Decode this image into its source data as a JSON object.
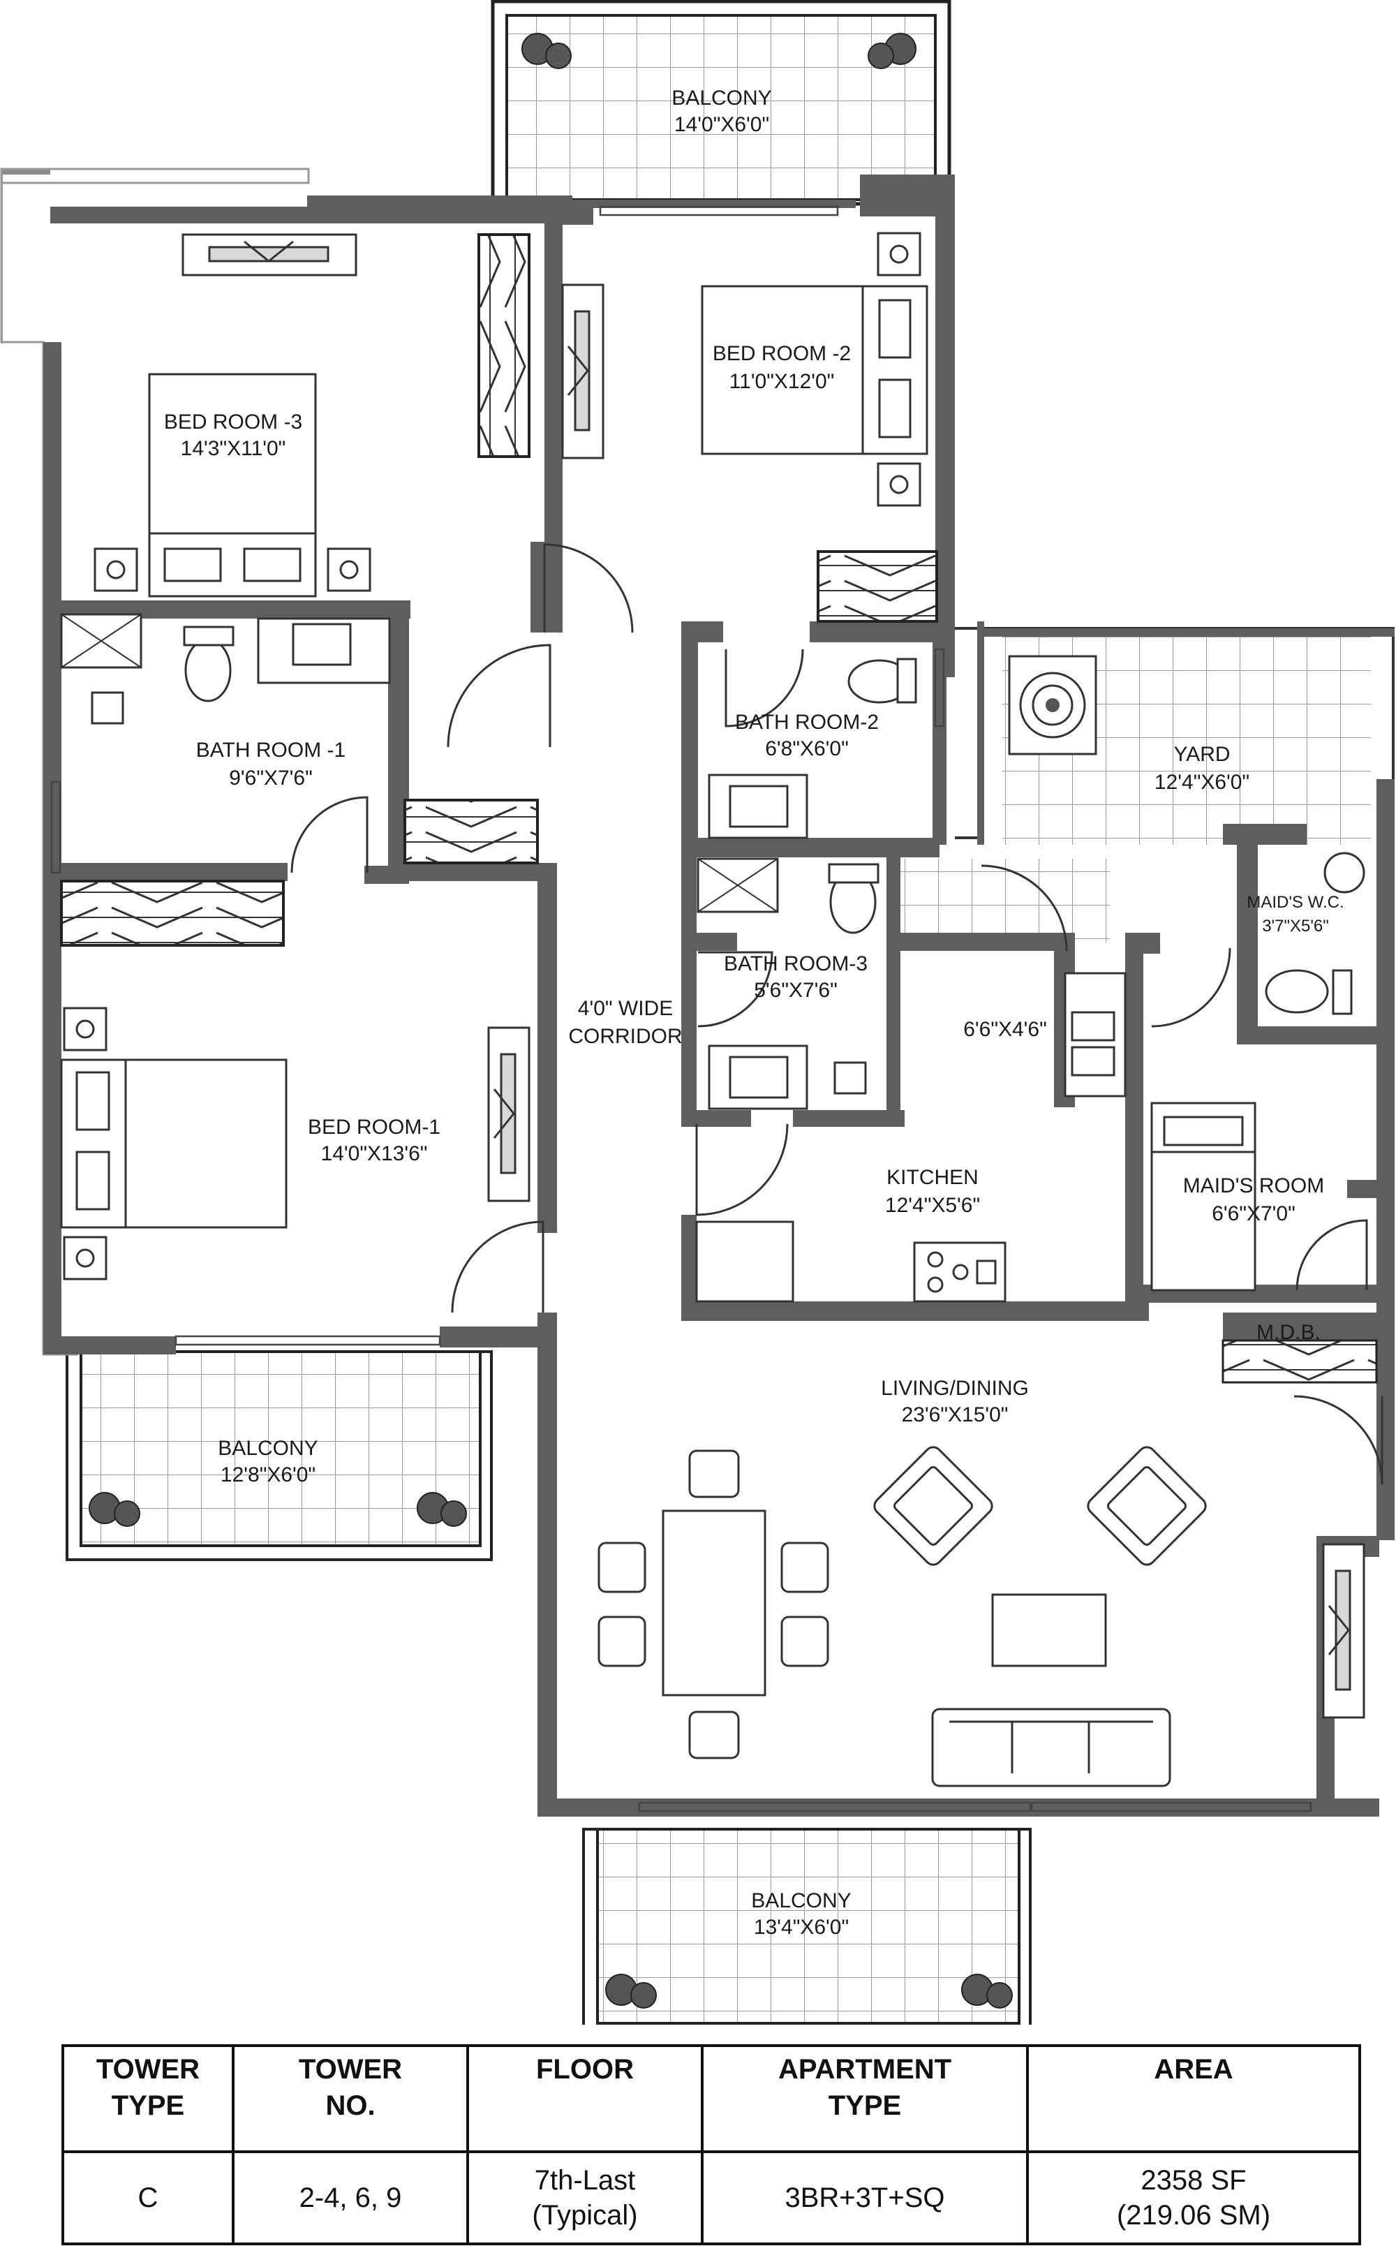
{
  "rooms": {
    "balcony_top": {
      "name": "BALCONY",
      "size": "14'0\"X6'0\""
    },
    "bedroom_2": {
      "name": "BED ROOM -2",
      "size": "11'0\"X12'0\""
    },
    "bedroom_3": {
      "name": "BED ROOM -3",
      "size": "14'3\"X11'0\""
    },
    "bath_1": {
      "name": "BATH ROOM -1",
      "size": "9'6\"X7'6\""
    },
    "bath_2": {
      "name": "BATH ROOM-2",
      "size": "6'8\"X6'0\""
    },
    "bath_3": {
      "name": "BATH ROOM-3",
      "size": "5'6\"X7'6\""
    },
    "yard": {
      "name": "YARD",
      "size": "12'4\"X6'0\""
    },
    "maids_wc": {
      "name": "MAID'S W.C.",
      "size": "3'7\"X5'6\""
    },
    "store": {
      "size": "6'6\"X4'6\""
    },
    "corridor": {
      "line1": "4'0\" WIDE",
      "line2": "CORRIDOR"
    },
    "bedroom_1": {
      "name": "BED ROOM-1",
      "size": "14'0\"X13'6\""
    },
    "kitchen": {
      "name": "KITCHEN",
      "size": "12'4\"X5'6\""
    },
    "maids_room": {
      "name": "MAID'S ROOM",
      "size": "6'6\"X7'0\""
    },
    "mdb": {
      "name": "M.D.B."
    },
    "living": {
      "name": "LIVING/DINING",
      "size": "23'6\"X15'0\""
    },
    "balcony_left": {
      "name": "BALCONY",
      "size": "12'8\"X6'0\""
    },
    "balcony_bottom": {
      "name": "BALCONY",
      "size": "13'4\"X6'0\""
    }
  },
  "spec_table": {
    "headers": [
      {
        "line1": "TOWER",
        "line2": "TYPE"
      },
      {
        "line1": "TOWER",
        "line2": "NO."
      },
      {
        "line1": "FLOOR",
        "line2": ""
      },
      {
        "line1": "APARTMENT",
        "line2": "TYPE"
      },
      {
        "line1": "AREA",
        "line2": ""
      }
    ],
    "row": [
      {
        "line1": "C",
        "line2": ""
      },
      {
        "line1": "2-4, 6, 9",
        "line2": ""
      },
      {
        "line1": "7th-Last",
        "line2": "(Typical)"
      },
      {
        "line1": "3BR+3T+SQ",
        "line2": ""
      },
      {
        "line1": "2358 SF",
        "line2": "(219.06 SM)"
      }
    ]
  }
}
